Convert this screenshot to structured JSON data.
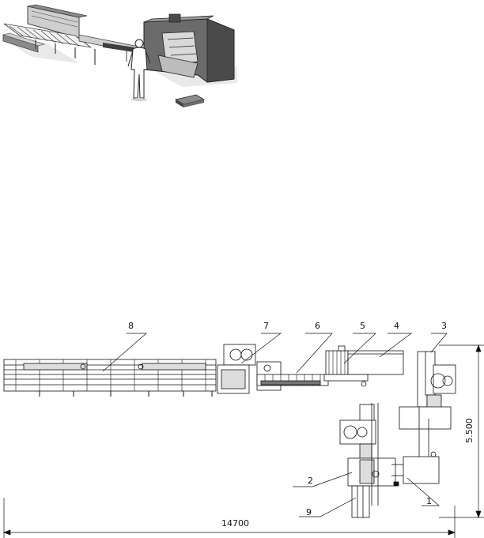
{
  "colors": {
    "ink": "#111111",
    "machine_dark": "#3f3f3f",
    "machine_mid": "#8a8a8a",
    "machine_light": "#cfcfcf",
    "floor": "#e9e9e9"
  },
  "callouts": {
    "c1": "1",
    "c2": "2",
    "c3": "3",
    "c4": "4",
    "c5": "5",
    "c6": "6",
    "c7": "7",
    "c8": "8",
    "c9": "9"
  },
  "dimensions": {
    "length": "14700",
    "width": "5.500"
  }
}
